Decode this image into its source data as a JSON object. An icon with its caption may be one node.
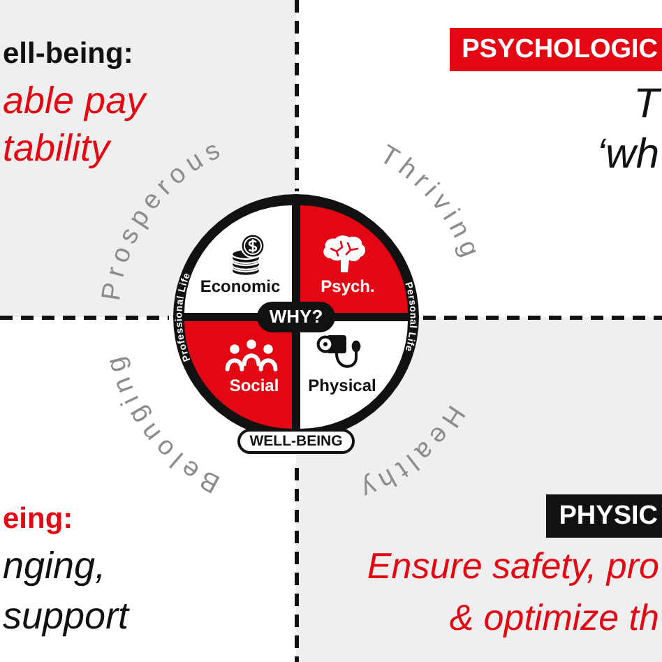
{
  "diagram": {
    "nodes": [
      {
        "text": [
          "ell-being:",
          "able pay tability"
        ]
      },
      {
        "text": [
          "T ‘wh"
        ]
      },
      {
        "text": [
          "PSYCHOLOGIC"
        ],
        "in": 1
      },
      {
        "text": [
          "Professional Life",
          "Personal Life"
        ]
      },
      {
        "text": [
          "Economic"
        ]
      },
      {
        "text": [
          "Psych."
        ]
      },
      {
        "text": [
          "Social"
        ]
      },
      {
        "text": [
          "Physical"
        ]
      },
      {
        "text": [
          "WHY?"
        ],
        "in": 3
      },
      {
        "text": [
          "WELL-BEING"
        ]
      },
      {
        "text": [
          "eing:",
          "nging, support"
        ]
      },
      {
        "text": [
          "Ensure safety, pro & optimize th"
        ]
      },
      {
        "text": [
          "PHYSIC"
        ],
        "in": 11
      }
    ],
    "labels": [
      "Prosperous",
      "Thriving",
      "Belonging",
      "Healthy"
    ]
  }
}
